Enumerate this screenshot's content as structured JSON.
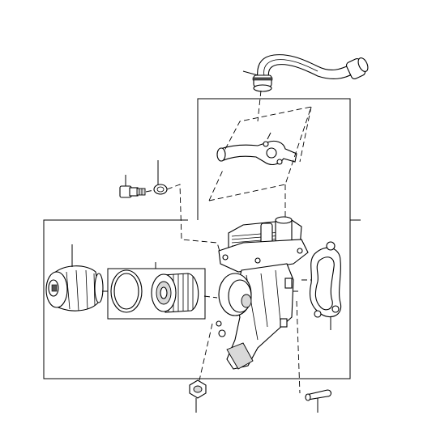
{
  "diagram": {
    "kind": "exploded parts illustration",
    "parts": [
      {
        "name": "coolant-hose"
      },
      {
        "name": "coolant-pipe"
      },
      {
        "name": "oil-pressure-switch"
      },
      {
        "name": "sealing-washer"
      },
      {
        "name": "oil-filter-housing-cap"
      },
      {
        "name": "oil-filter-kit"
      },
      {
        "name": "oil-cooler-and-filter-housing"
      },
      {
        "name": "gasket"
      },
      {
        "name": "nut"
      },
      {
        "name": "dowel"
      }
    ]
  }
}
